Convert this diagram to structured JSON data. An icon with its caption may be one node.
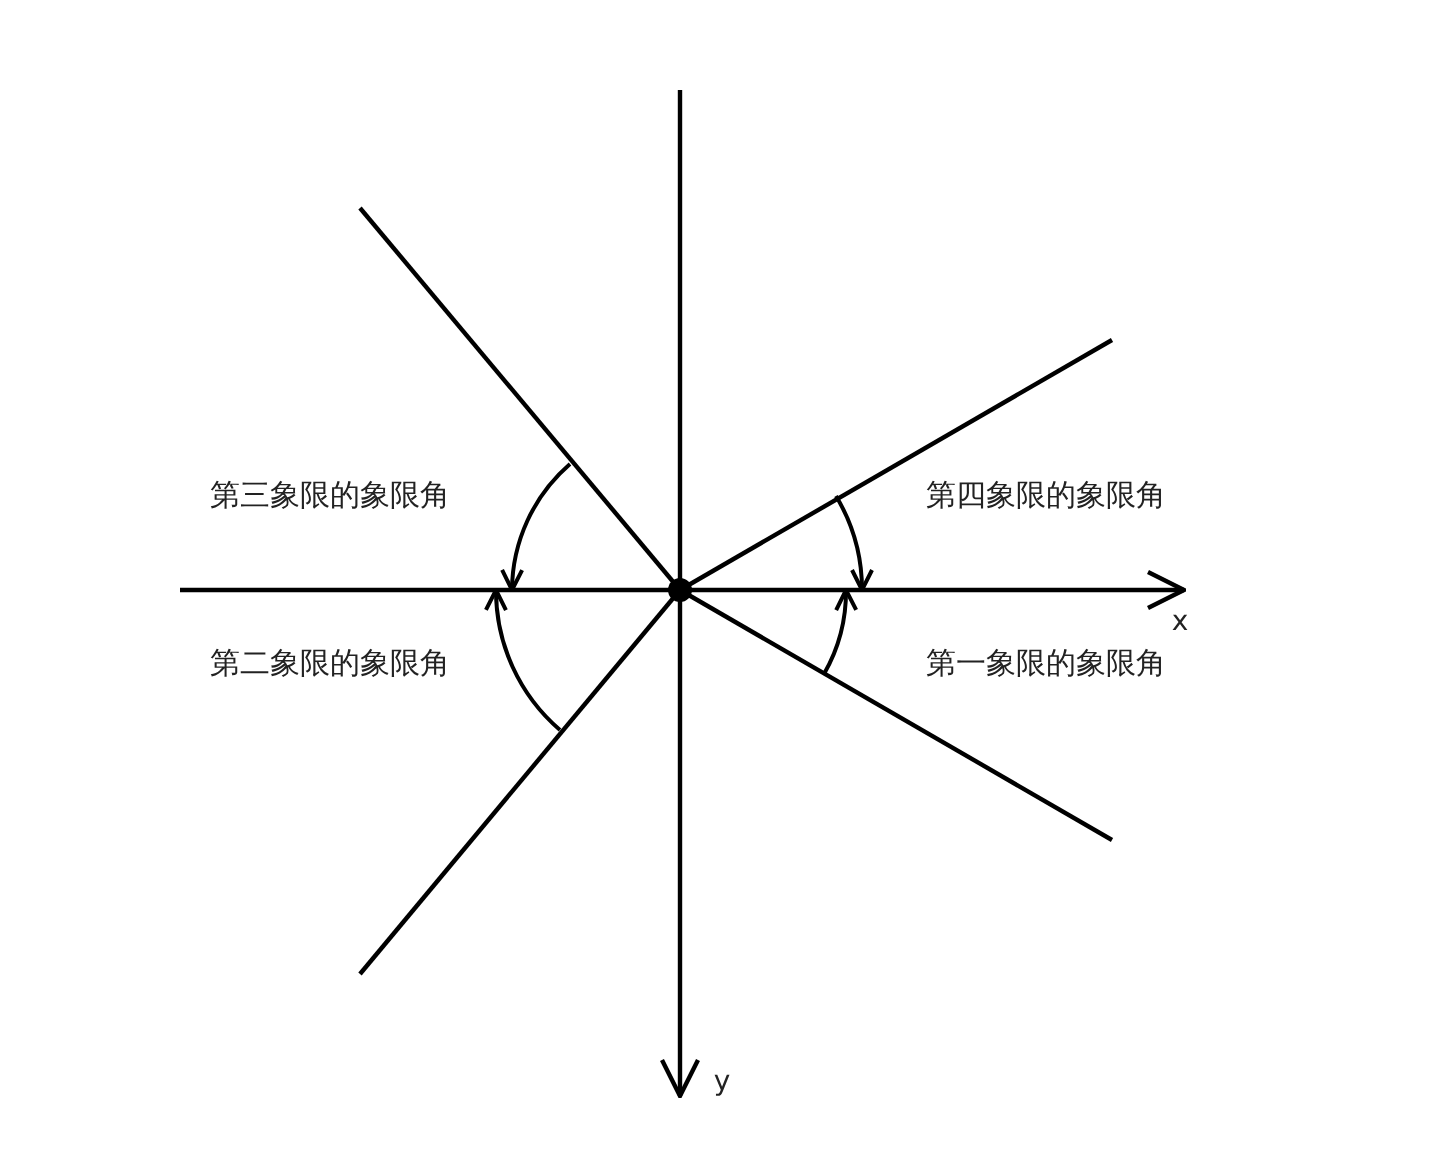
{
  "diagram": {
    "labels": [
      "第三象限的象限角",
      "第四象限的象限角",
      "x",
      "第二象限的象限角",
      "第一象限的象限角",
      "y"
    ]
  }
}
